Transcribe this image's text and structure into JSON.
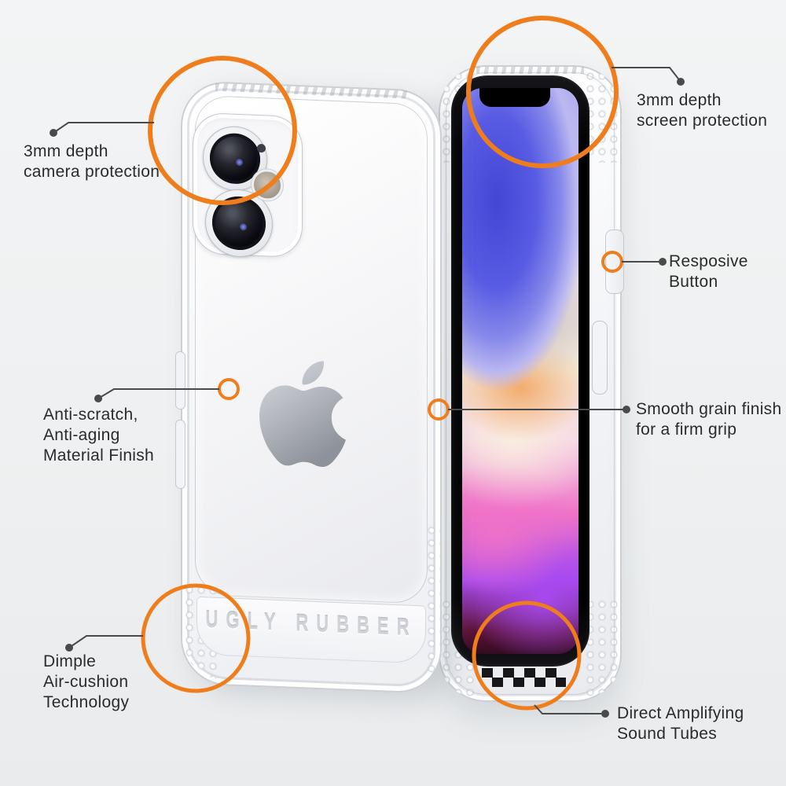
{
  "product": {
    "brand_text": "UGLY RUBBER",
    "description": "Clear protective phone case feature diagram, back view and front view of cased phone"
  },
  "colors": {
    "accent": "#EF7D1B",
    "leader": "#4A4A4A",
    "text": "#2B2B2B",
    "background": "#EFF0F2",
    "case_white": "#F5F6F8",
    "bezel_black": "#0A0A0C",
    "wallpaper_palette": [
      "#5457E2",
      "#D1C8BF",
      "#F2A662",
      "#F8EEDF",
      "#EF74C8",
      "#A84AF0"
    ]
  },
  "annotations": {
    "camera": {
      "lines": [
        "3mm depth",
        "camera protection"
      ]
    },
    "screen": {
      "lines": [
        "3mm depth",
        "screen protection"
      ]
    },
    "button": {
      "lines": [
        "Resposive",
        "Button"
      ]
    },
    "finish": {
      "lines": [
        "Anti-scratch,",
        "Anti-aging",
        "Material Finish"
      ]
    },
    "grip": {
      "lines": [
        "Smooth grain finish",
        "for a firm grip"
      ]
    },
    "cushion": {
      "lines": [
        "Dimple",
        "Air-cushion",
        "Technology"
      ]
    },
    "sound": {
      "lines": [
        "Direct Amplifying",
        "Sound Tubes"
      ]
    }
  }
}
